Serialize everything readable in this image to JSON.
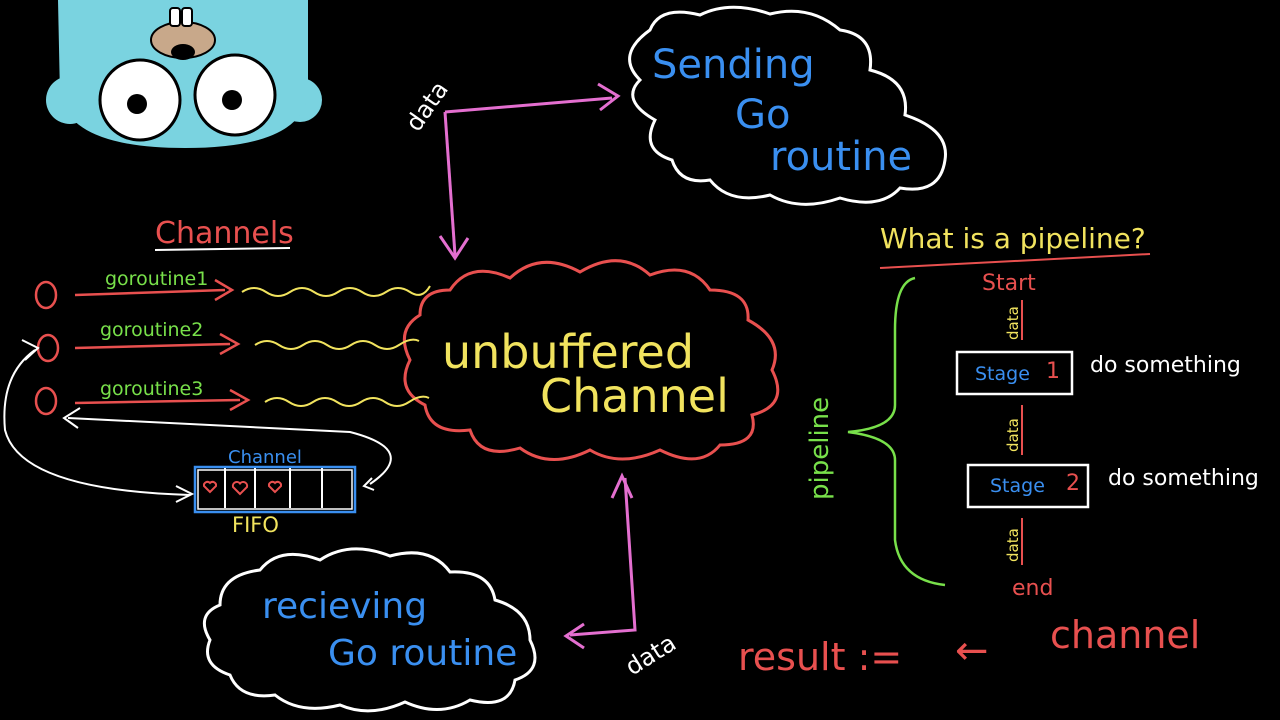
{
  "colors": {
    "background": "#000000",
    "white": "#ffffff",
    "pink": "#e46fd0",
    "red": "#e8504f",
    "yellow": "#f1e35e",
    "green": "#78e04a",
    "blue": "#3a8ff0",
    "gopher": "#7ad3e0"
  },
  "top": {
    "data_label_top": "data",
    "sending_line1": "Sending",
    "sending_line2": "Go",
    "sending_line3": "routine"
  },
  "center": {
    "line1": "unbuffered",
    "line2": "Channel"
  },
  "bottom": {
    "receiving_line1": "recieving",
    "receiving_line2": "Go routine",
    "data_label_bottom": "data"
  },
  "channels": {
    "title": "Channels",
    "goroutines": [
      "goroutine1",
      "goroutine2",
      "goroutine3"
    ],
    "queue_label": "Channel",
    "queue_caption": "FIFO"
  },
  "pipeline": {
    "question": "What is a pipeline?",
    "bracket_label": "pipeline",
    "start": "Start",
    "data_label": "data",
    "stages": [
      {
        "name": "Stage",
        "number": "1",
        "action": "do something"
      },
      {
        "name": "Stage",
        "number": "2",
        "action": "do something"
      }
    ],
    "end": "end"
  },
  "result": {
    "lhs": "result :=",
    "arrow": "←",
    "rhs": "channel"
  }
}
